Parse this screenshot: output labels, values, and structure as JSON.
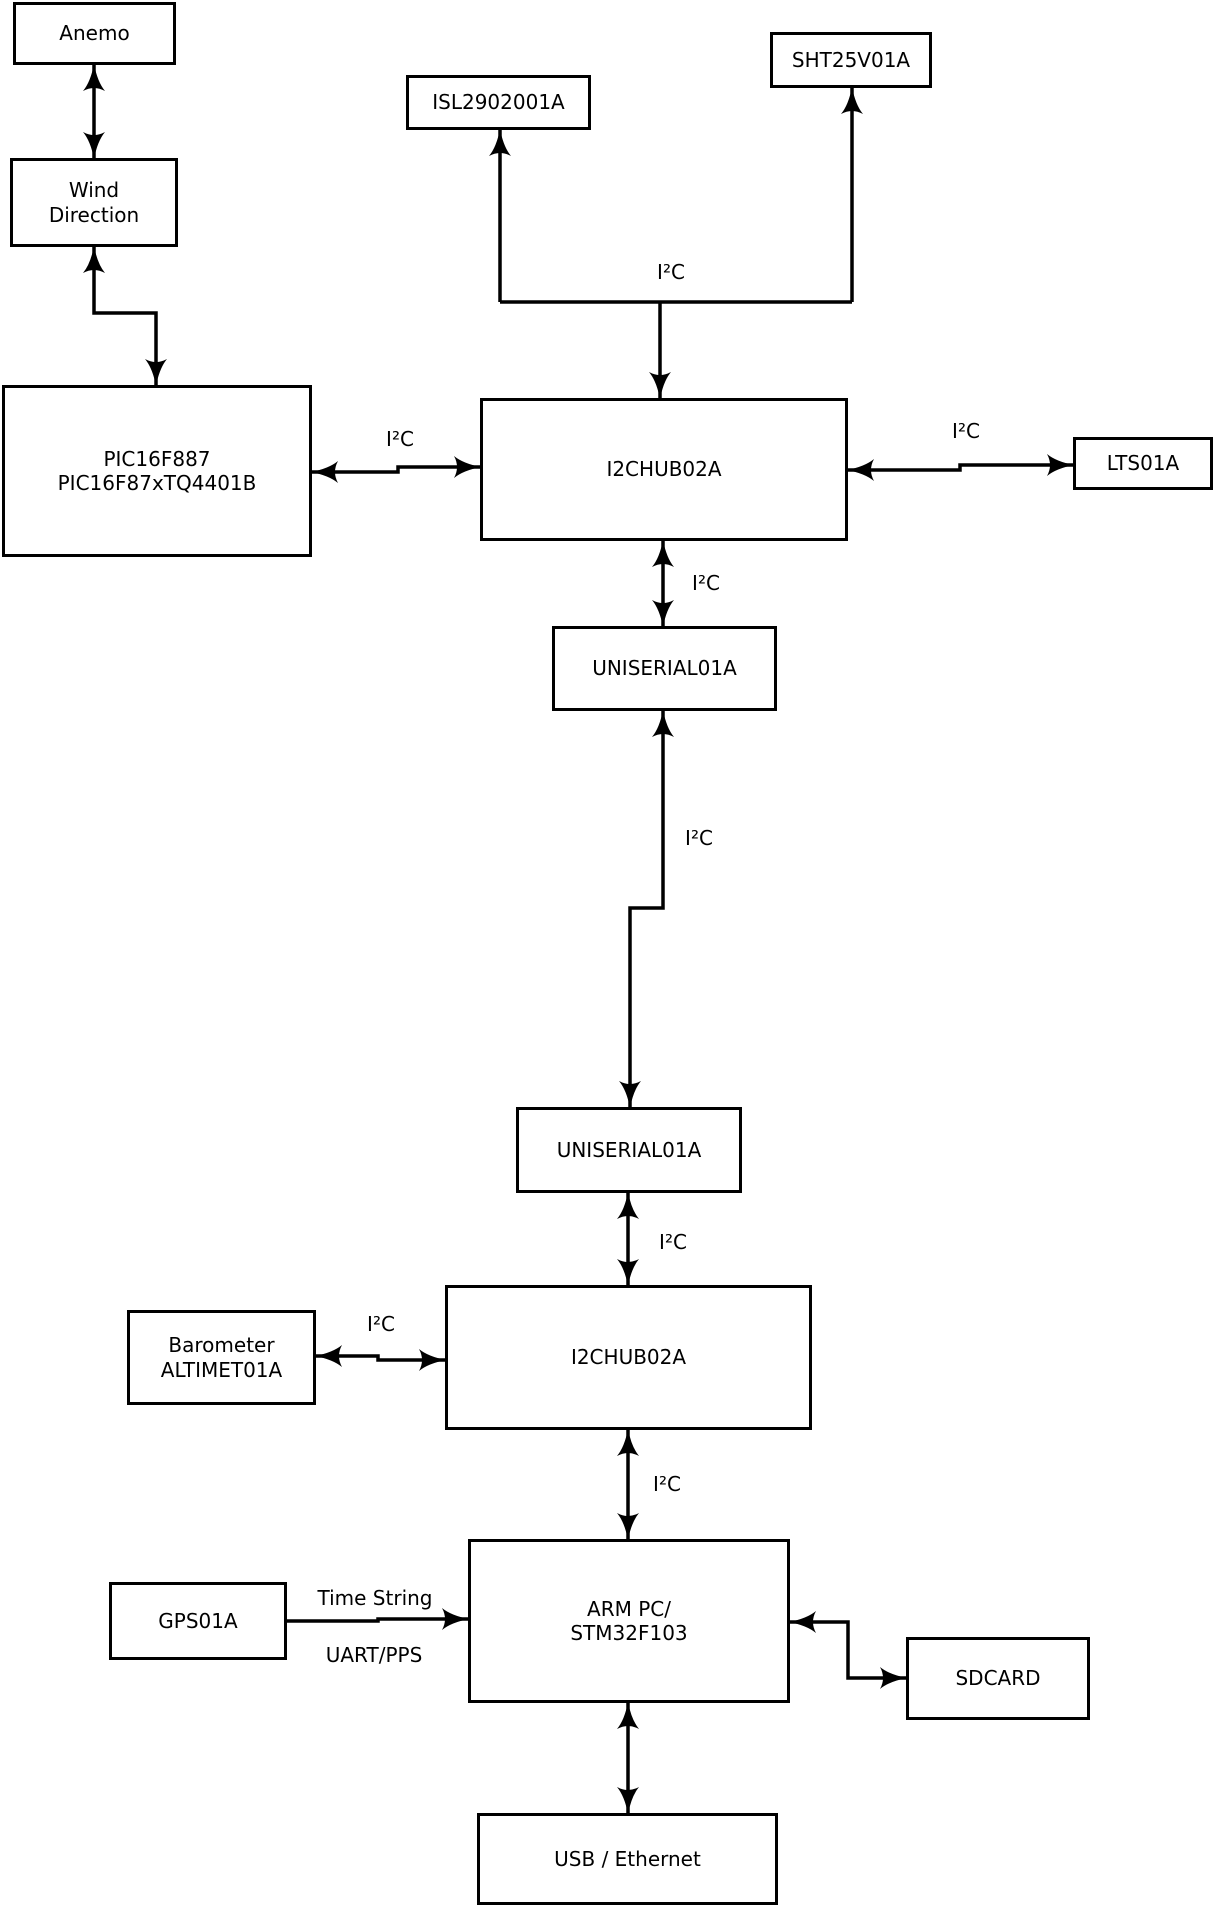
{
  "nodes": {
    "anemo": {
      "label": "Anemo"
    },
    "wind": {
      "line1": "Wind",
      "line2": "Direction"
    },
    "pic": {
      "line1": "PIC16F887",
      "line2": "PIC16F87xTQ4401B"
    },
    "isl": {
      "label": "ISL2902001A"
    },
    "sht": {
      "label": "SHT25V01A"
    },
    "hub1": {
      "label": "I2CHUB02A"
    },
    "lts": {
      "label": "LTS01A"
    },
    "uni1": {
      "label": "UNISERIAL01A"
    },
    "uni2": {
      "label": "UNISERIAL01A"
    },
    "hub2": {
      "label": "I2CHUB02A"
    },
    "baro": {
      "line1": "Barometer",
      "line2": "ALTIMET01A"
    },
    "gps": {
      "label": "GPS01A"
    },
    "arm": {
      "line1": "ARM PC/",
      "line2": "STM32F103"
    },
    "sdcard": {
      "label": "SDCARD"
    },
    "usb": {
      "label": "USB / Ethernet"
    }
  },
  "labels": {
    "i2c_pic_hub1": "I²C",
    "i2c_top": "I²C",
    "i2c_hub1_lts": "I²C",
    "i2c_hub1_uni1": "I²C",
    "i2c_uni1_uni2": "I²C",
    "i2c_uni2_hub2": "I²C",
    "i2c_baro_hub2": "I²C",
    "i2c_hub2_arm": "I²C",
    "time_string": "Time String",
    "uart_pps": "UART/PPS"
  },
  "colors": {
    "line": "#000000",
    "background": "#ffffff",
    "box_fill": "#ffffff"
  }
}
